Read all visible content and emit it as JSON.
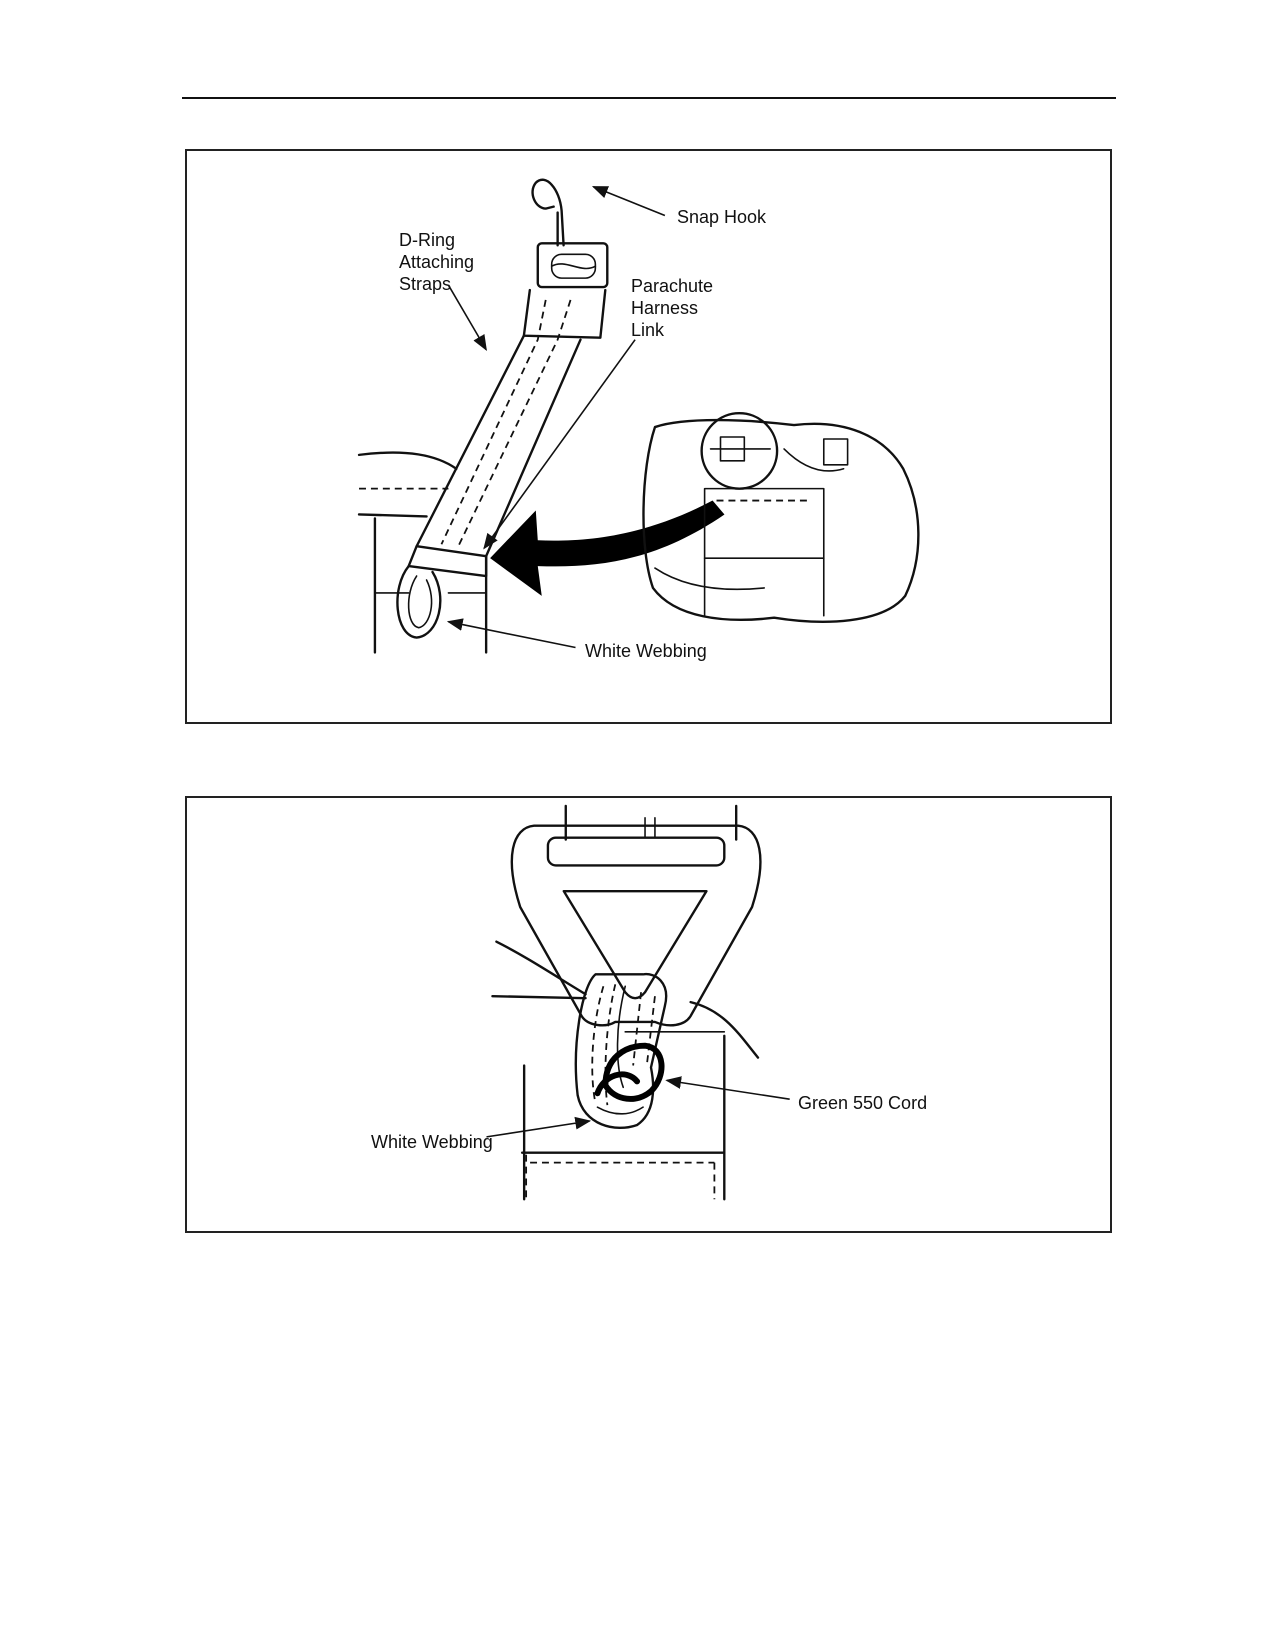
{
  "figures": [
    {
      "callouts": {
        "snap_hook": "Snap Hook",
        "d_ring_straps": "D-Ring\nAttaching\nStraps",
        "harness_link": "Parachute\nHarness\nLink",
        "white_webbing": "White Webbing"
      }
    },
    {
      "callouts": {
        "green_cord": "Green 550 Cord",
        "white_webbing": "White Webbing"
      }
    }
  ]
}
